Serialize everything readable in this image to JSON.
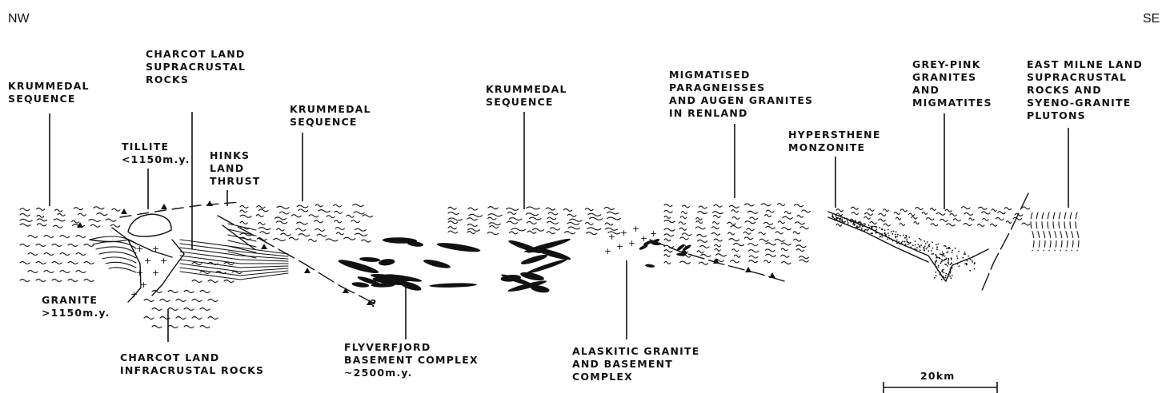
{
  "directions": {
    "left": "NW",
    "right": "SE"
  },
  "labels": {
    "krummedal_nw": [
      "KRUMMEDAL",
      "SEQUENCE"
    ],
    "charcot_supra": [
      "CHARCOT LAND",
      "SUPRACRUSTAL",
      "ROCKS"
    ],
    "tillite": [
      "TILLITE",
      "<1150m.y."
    ],
    "hinks": [
      "HINKS",
      "LAND",
      "THRUST"
    ],
    "krummedal_mid": [
      "KRUMMEDAL",
      "SEQUENCE"
    ],
    "krummedal_center": [
      "KRUMMEDAL",
      "SEQUENCE"
    ],
    "migmatised": [
      "MIGMATISED",
      "PARAGNEISSES",
      "AND AUGEN GRANITES",
      "IN RENLAND"
    ],
    "hypersthene": [
      "HYPERSTHENE",
      "MONZONITE"
    ],
    "greypink": [
      "GREY-PINK",
      "GRANITES",
      "AND",
      "MIGMATITES"
    ],
    "eastmilne": [
      "EAST MILNE LAND",
      "SUPRACRUSTAL",
      "ROCKS AND",
      "SYENO-GRANITE",
      "PLUTONS"
    ],
    "granite": [
      "GRANITE",
      ">1150m.y."
    ],
    "charcot_infra": [
      "CHARCOT LAND",
      "INFRACRUSTAL ROCKS"
    ],
    "flyverfjord": [
      "FLYVERFJORD",
      "BASEMENT COMPLEX",
      "~2500m.y."
    ],
    "alaskitic": [
      "ALASKITIC GRANITE",
      "AND BASEMENT",
      "COMPLEX"
    ],
    "query_mark": "?"
  },
  "scale_bar": {
    "label": "20km",
    "distance_km": 20
  }
}
